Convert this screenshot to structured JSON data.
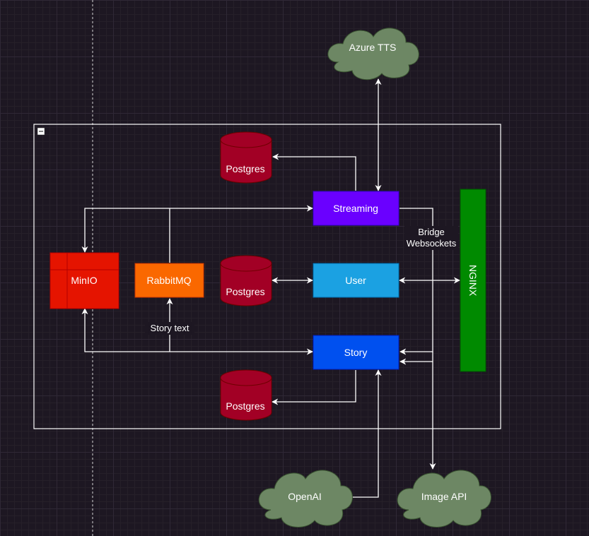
{
  "colors": {
    "background": "#1d1722",
    "cloud": "#6d8764",
    "cloud_stroke": "#3a5431",
    "db": "#a20025",
    "db_stroke": "#6f0000",
    "streaming": "#6a00ff",
    "user": "#1ba1e2",
    "story": "#0050ef",
    "minio": "#e51400",
    "rabbitmq": "#fa6800",
    "nginx": "#008a00"
  },
  "nodes": {
    "azure_tts": "Azure TTS",
    "postgres_top": "Postgres",
    "postgres_mid": "Postgres",
    "postgres_bottom": "Postgres",
    "streaming": "Streaming",
    "user": "User",
    "story": "Story",
    "minio": "MinIO",
    "rabbitmq": "RabbitMQ",
    "nginx": "NGINX",
    "openai": "OpenAI",
    "image_api": "Image API"
  },
  "edge_labels": {
    "bridge_line1": "Bridge",
    "bridge_line2": "Websockets",
    "story_text": "Story text"
  },
  "container": {
    "collapse_icon": "minus-icon"
  }
}
